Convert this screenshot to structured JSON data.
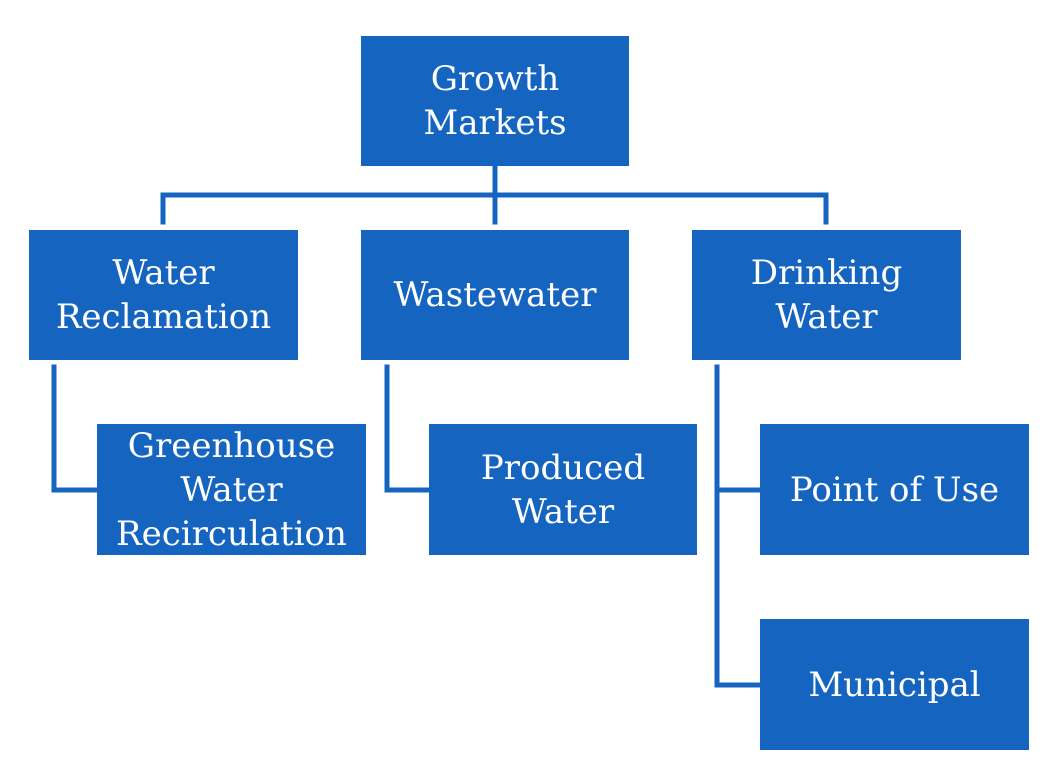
{
  "colors": {
    "box": "#1565c0",
    "text": "#ffffff",
    "connector": "#1565c0",
    "background": "#ffffff"
  },
  "root": {
    "label": "Growth\nMarkets"
  },
  "categories": [
    {
      "label": "Water\nReclamation",
      "children": [
        {
          "label": "Greenhouse\nWater\nRecirculation"
        }
      ]
    },
    {
      "label": "Wastewater",
      "children": [
        {
          "label": "Produced\nWater"
        }
      ]
    },
    {
      "label": "Drinking\nWater",
      "children": [
        {
          "label": "Point of Use"
        },
        {
          "label": "Municipal"
        }
      ]
    }
  ]
}
